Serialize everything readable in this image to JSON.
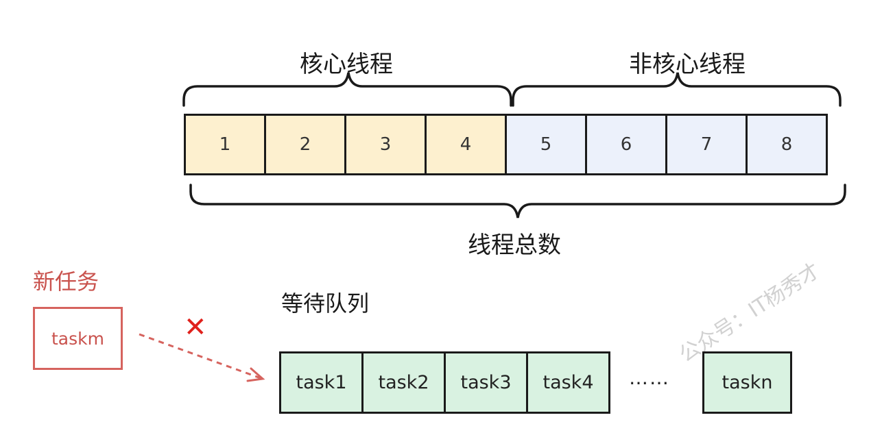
{
  "labels": {
    "core_threads": "核心线程",
    "non_core_threads": "非核心线程",
    "total_threads": "线程总数",
    "new_task": "新任务",
    "waiting_queue": "等待队列",
    "ellipsis": "……",
    "reject_mark": "✕"
  },
  "threads": {
    "core": [
      "1",
      "2",
      "3",
      "4"
    ],
    "non_core": [
      "5",
      "6",
      "7",
      "8"
    ]
  },
  "queue": {
    "tasks": [
      "task1",
      "task2",
      "task3",
      "task4"
    ],
    "last_task": "taskn"
  },
  "new_task_box": "taskm",
  "watermark": "公众号：IT杨秀才",
  "colors": {
    "core_fill": "#fdf0cf",
    "noncore_fill": "#ecf1fb",
    "queue_fill": "#d9f2e1",
    "new_task_red": "#d6635e",
    "reject_red": "#e0211c"
  }
}
